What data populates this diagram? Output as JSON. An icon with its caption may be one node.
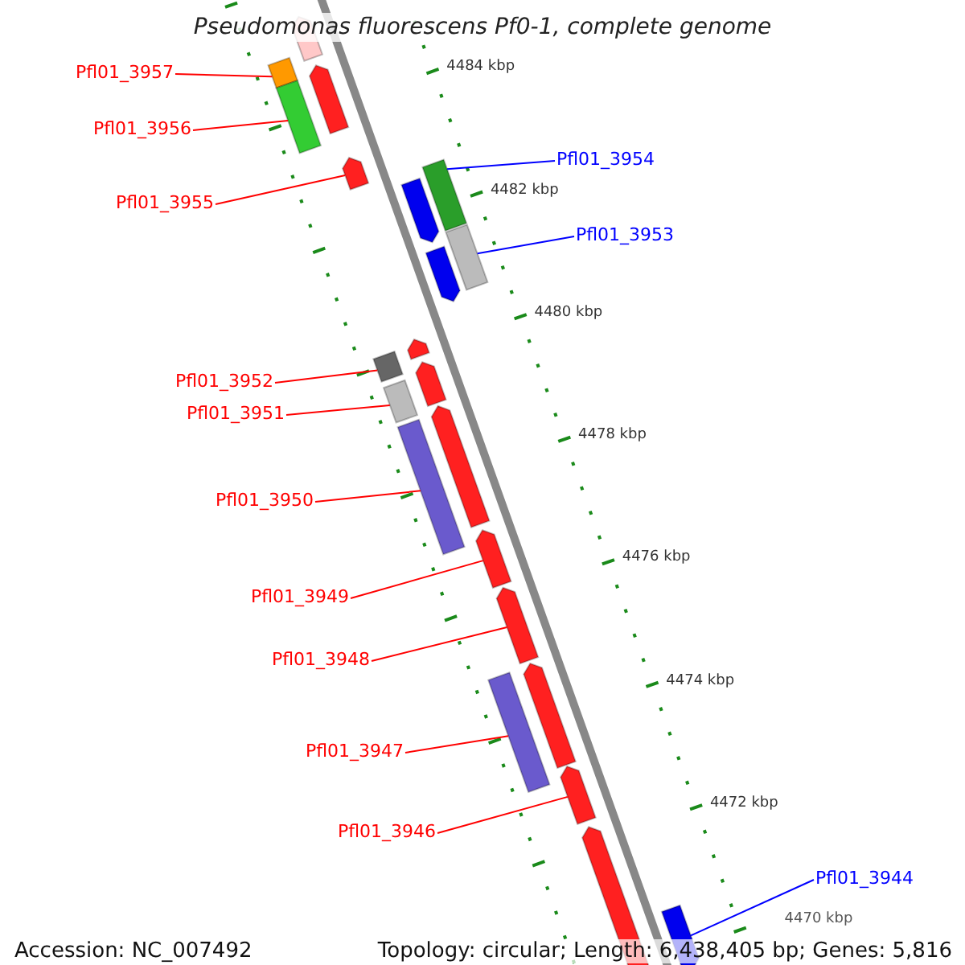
{
  "diagram": {
    "title": "Pseudomonas fluorescens Pf0-1, complete genome",
    "nodes": [
      {
        "text": [
          "Pfl01_3957"
        ]
      },
      {
        "text": [
          "Pfl01_3956"
        ]
      },
      {
        "text": [
          "Pfl01_3955"
        ]
      },
      {
        "text": [
          "Pfl01_3954"
        ]
      },
      {
        "text": [
          "Pfl01_3953"
        ]
      },
      {
        "text": [
          "Pfl01_3952"
        ]
      },
      {
        "text": [
          "Pfl01_3951"
        ]
      },
      {
        "text": [
          "Pfl01_3950"
        ]
      },
      {
        "text": [
          "Pfl01_3949"
        ]
      },
      {
        "text": [
          "Pfl01_3948"
        ]
      },
      {
        "text": [
          "Pfl01_3947"
        ]
      },
      {
        "text": [
          "Pfl01_3946"
        ]
      },
      {
        "text": [
          "Pfl01_3944"
        ]
      },
      {
        "text": [],
        "shape": "bar"
      },
      {
        "text": [],
        "shape": "bar"
      },
      {
        "text": [],
        "shape": "bar"
      },
      {
        "text": [],
        "shape": "bar"
      },
      {
        "text": [],
        "shape": "bar"
      },
      {
        "text": [],
        "shape": "bar"
      },
      {
        "text": [],
        "shape": "bar"
      },
      {
        "text": [],
        "shape": "bar"
      },
      {
        "text": [],
        "shape": "bar"
      },
      {
        "text": [],
        "shape": "bar"
      },
      {
        "text": [],
        "shape": "bar"
      },
      {
        "text": [],
        "shape": "bar"
      },
      {
        "text": [],
        "shape": "bar"
      },
      {
        "text": [],
        "shape": "bar"
      },
      {
        "text": [],
        "shape": "bar"
      },
      {
        "text": [],
        "shape": "bar"
      },
      {
        "text": [],
        "shape": "bar"
      },
      {
        "text": [],
        "shape": "bar"
      },
      {
        "text": [],
        "shape": "bar"
      },
      {
        "text": [],
        "shape": "bar"
      },
      {
        "text": [],
        "shape": "bar"
      },
      {
        "text": [],
        "shape": "bar"
      }
    ],
    "edges": [
      {
        "from": 0,
        "to": 14,
        "arrow": "none"
      },
      {
        "from": 1,
        "to": 16,
        "arrow": "none"
      },
      {
        "from": 2,
        "to": 17,
        "arrow": "none"
      },
      {
        "from": 3,
        "to": 18,
        "arrow": "none",
        "color": "#0000ff"
      },
      {
        "from": 4,
        "to": 20,
        "arrow": "none",
        "color": "#0000ff"
      },
      {
        "from": 5,
        "to": 22,
        "arrow": "none"
      },
      {
        "from": 6,
        "to": 25,
        "arrow": "none"
      },
      {
        "from": 7,
        "to": 27,
        "arrow": "none"
      },
      {
        "from": 8,
        "to": 28,
        "arrow": "none"
      },
      {
        "from": 9,
        "to": 29,
        "arrow": "none"
      },
      {
        "from": 10,
        "to": 31,
        "arrow": "none"
      },
      {
        "from": 11,
        "to": 32,
        "arrow": "none"
      },
      {
        "from": 12,
        "to": 34,
        "arrow": "none",
        "color": "#0000ff"
      }
    ],
    "labels": [
      "4484 kbp",
      "4482 kbp",
      "4480 kbp",
      "4478 kbp",
      "4476 kbp",
      "4474 kbp",
      "4472 kbp",
      "4470 kbp",
      "Accession: NC_007492",
      "Topology: circular; Length: 6,438,405 bp; Genes: 5,816"
    ]
  }
}
